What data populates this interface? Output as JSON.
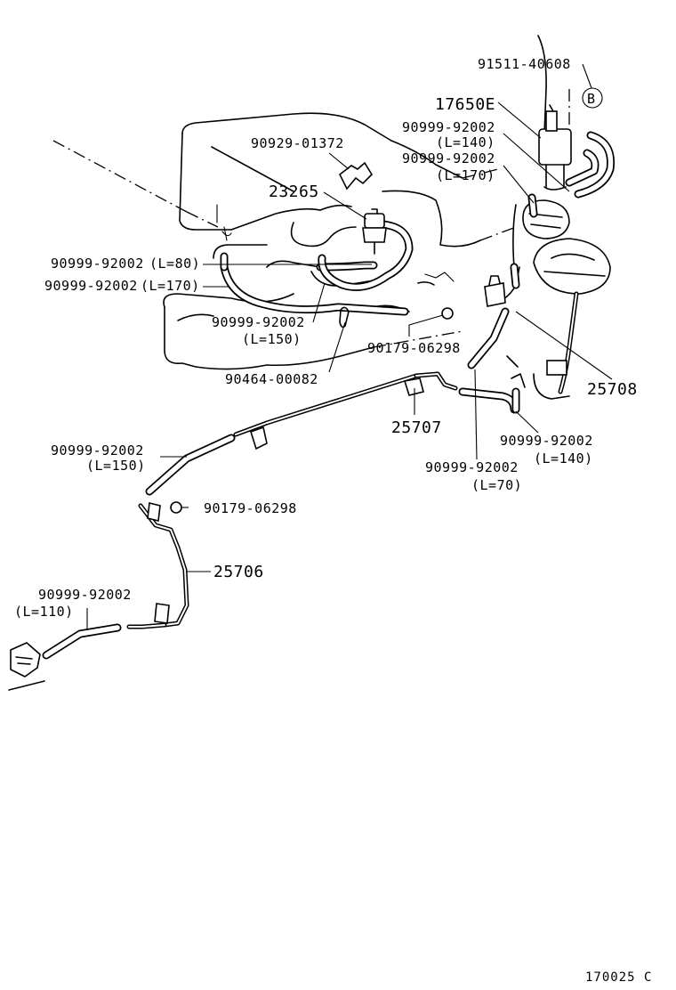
{
  "labels": {
    "p91511": "91511-40608",
    "markB": "B",
    "p17650E": "17650E",
    "p9099_140a_num": "90999-92002",
    "p9099_140a_len": "(L=140)",
    "p9099_170a_num": "90999-92002",
    "p9099_170a_len": "(L=170)",
    "p90929": "90929-01372",
    "p23265": "23265",
    "p9099_80_num": "90999-92002",
    "p9099_80_len": "(L=80)",
    "p9099_170b_num": "90999-92002",
    "p9099_170b_len": "(L=170)",
    "p9099_150a_num": "90999-92002",
    "p9099_150a_len": "(L=150)",
    "p90179a": "90179-06298",
    "p90464": "90464-00082",
    "p25708": "25708",
    "p25707": "25707",
    "p9099_140b_num": "90999-92002",
    "p9099_140b_len": "(L=140)",
    "p9099_70_num": "90999-92002",
    "p9099_70_len": "(L=70)",
    "p9099_150b_num": "90999-92002",
    "p9099_150b_len": "(L=150)",
    "p90179b": "90179-06298",
    "p25706": "25706",
    "p9099_110_num": "90999-92002",
    "p9099_110_len": "(L=110)",
    "ref": "170025 C"
  }
}
